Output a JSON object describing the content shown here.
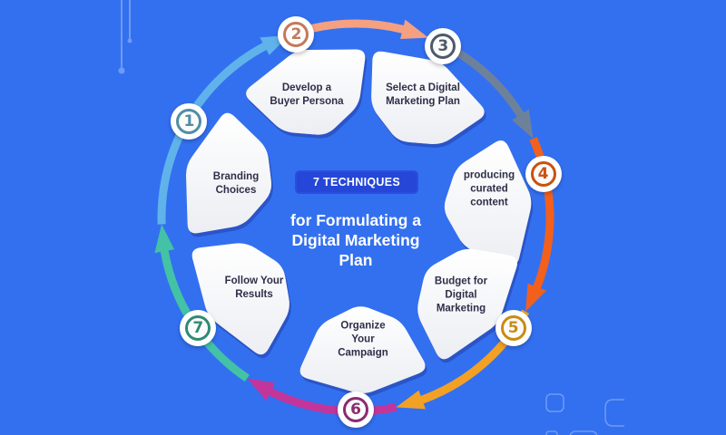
{
  "colors": {
    "background": "#3370f0",
    "center_badge_bg": "#2546d6",
    "card": "#f7f7f9",
    "label_text": "#2e2f48"
  },
  "center": {
    "badge_text": "7 TECHNIQUES",
    "title_lines": [
      "for Formulating a",
      "Digital Marketing",
      "Plan"
    ]
  },
  "steps": [
    {
      "number": "1",
      "lines": [
        "Branding",
        "Choices"
      ],
      "color": "#5fb3ea",
      "badge_color": "#4f8ea6"
    },
    {
      "number": "2",
      "lines": [
        "Develop a",
        "Buyer Persona"
      ],
      "color": "#f5a081",
      "badge_color": "#c4795a"
    },
    {
      "number": "3",
      "lines": [
        "Select a Digital",
        "Marketing Plan"
      ],
      "color": "#6d829a",
      "badge_color": "#4e5a6a"
    },
    {
      "number": "4",
      "lines": [
        "producing",
        "curated",
        "content"
      ],
      "color": "#f2601c",
      "badge_color": "#c9520f"
    },
    {
      "number": "5",
      "lines": [
        "Budget for",
        "Digital",
        "Marketing"
      ],
      "color": "#f2a124",
      "badge_color": "#c98b12"
    },
    {
      "number": "6",
      "lines": [
        "Organize",
        "Your",
        "Campaign"
      ],
      "color": "#c2359a",
      "badge_color": "#8b2b70"
    },
    {
      "number": "7",
      "lines": [
        "Follow Your",
        "Results"
      ],
      "color": "#43c2a6",
      "badge_color": "#2f8b73"
    }
  ]
}
